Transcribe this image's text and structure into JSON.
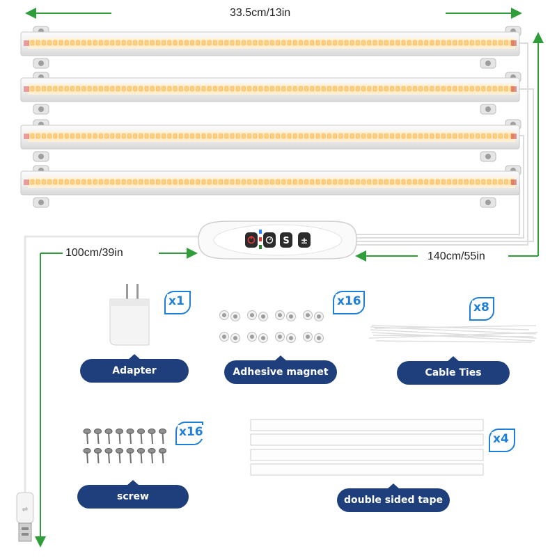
{
  "dimensions": {
    "strip_length": "33.5cm/13in",
    "cord_to_plug": "100cm/39in",
    "cord_to_strips": "140cm/55in"
  },
  "controller": {
    "buttons": [
      "power-icon",
      "timer-icon",
      "mode-icon",
      "brightness-icon"
    ],
    "indicator_colors": [
      "#2a7fff",
      "#e53935",
      "#2e7d32"
    ]
  },
  "accessories": {
    "adapter": {
      "label": "Adapter",
      "quantity": "x1"
    },
    "magnet": {
      "label": "Adhesive magnet",
      "quantity": "x16"
    },
    "cable_ties": {
      "label": "Cable  Ties",
      "quantity": "x8"
    },
    "screw": {
      "label": "screw",
      "quantity": "x16"
    },
    "tape": {
      "label": "double sided tape",
      "quantity": "x4"
    }
  },
  "colors": {
    "accent_blue": "#1e3f7c",
    "quantity_blue": "#1e7fd6",
    "arrow_green": "#2e9d3a",
    "led_warm": "#ffd79a"
  }
}
